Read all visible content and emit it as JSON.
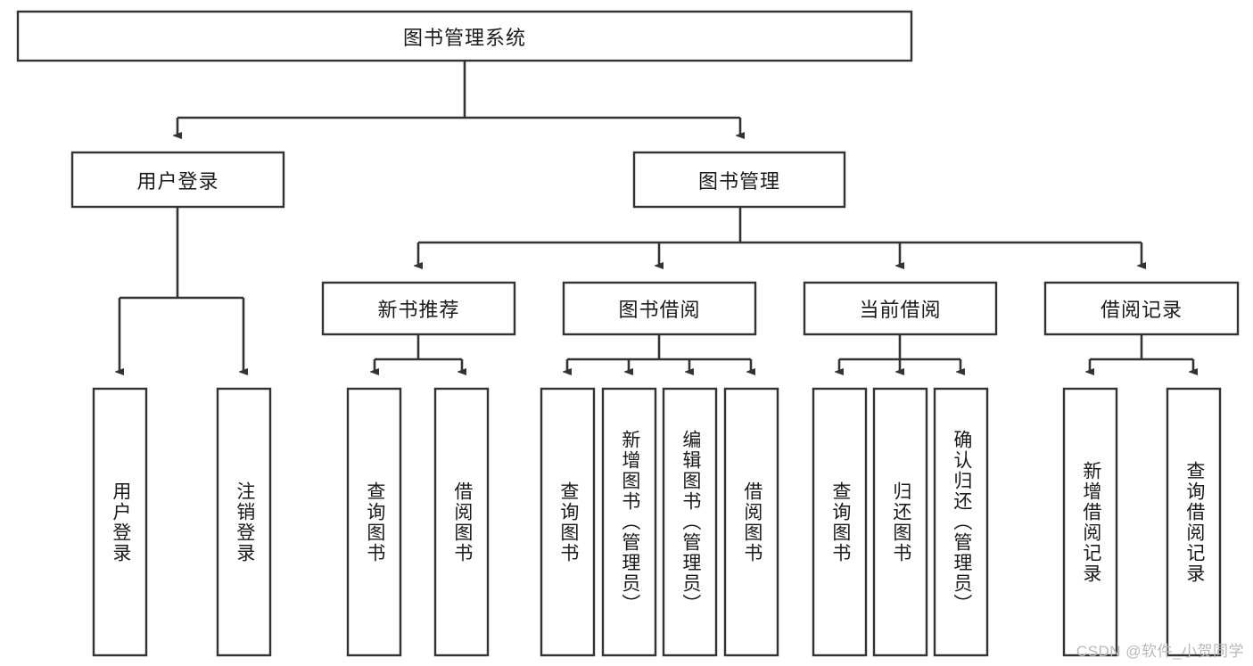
{
  "diagram": {
    "title": "图书管理系统",
    "watermark": "CSDN @软件_小贺同学",
    "colors": {
      "stroke": "#333333",
      "fill": "#ffffff",
      "text": "#1a1a1a",
      "watermark": "#b9b9b9",
      "background": "#ffffff"
    },
    "root": {
      "label": "图书管理系统",
      "orientation": "horizontal"
    },
    "level2": [
      {
        "label": "用户登录",
        "orientation": "horizontal"
      },
      {
        "label": "图书管理",
        "orientation": "horizontal"
      }
    ],
    "level3": [
      {
        "label": "新书推荐",
        "orientation": "horizontal"
      },
      {
        "label": "图书借阅",
        "orientation": "horizontal"
      },
      {
        "label": "当前借阅",
        "orientation": "horizontal"
      },
      {
        "label": "借阅记录",
        "orientation": "horizontal"
      }
    ],
    "leaves_user_login": [
      {
        "label": "用户登录",
        "orientation": "vertical"
      },
      {
        "label": "注销登录",
        "orientation": "vertical"
      }
    ],
    "leaves_new_books": [
      {
        "label": "查询图书",
        "orientation": "vertical"
      },
      {
        "label": "借阅图书",
        "orientation": "vertical"
      }
    ],
    "leaves_book_borrow": [
      {
        "label": "查询图书",
        "orientation": "vertical"
      },
      {
        "label": "新增图书（管理员）",
        "orientation": "vertical"
      },
      {
        "label": "编辑图书（管理员）",
        "orientation": "vertical"
      },
      {
        "label": "借阅图书",
        "orientation": "vertical"
      }
    ],
    "leaves_current_borrow": [
      {
        "label": "查询图书",
        "orientation": "vertical"
      },
      {
        "label": "归还图书",
        "orientation": "vertical"
      },
      {
        "label": "确认归还（管理员）",
        "orientation": "vertical"
      }
    ],
    "leaves_borrow_record": [
      {
        "label": "新增借阅记录",
        "orientation": "vertical"
      },
      {
        "label": "查询借阅记录",
        "orientation": "vertical"
      }
    ]
  }
}
